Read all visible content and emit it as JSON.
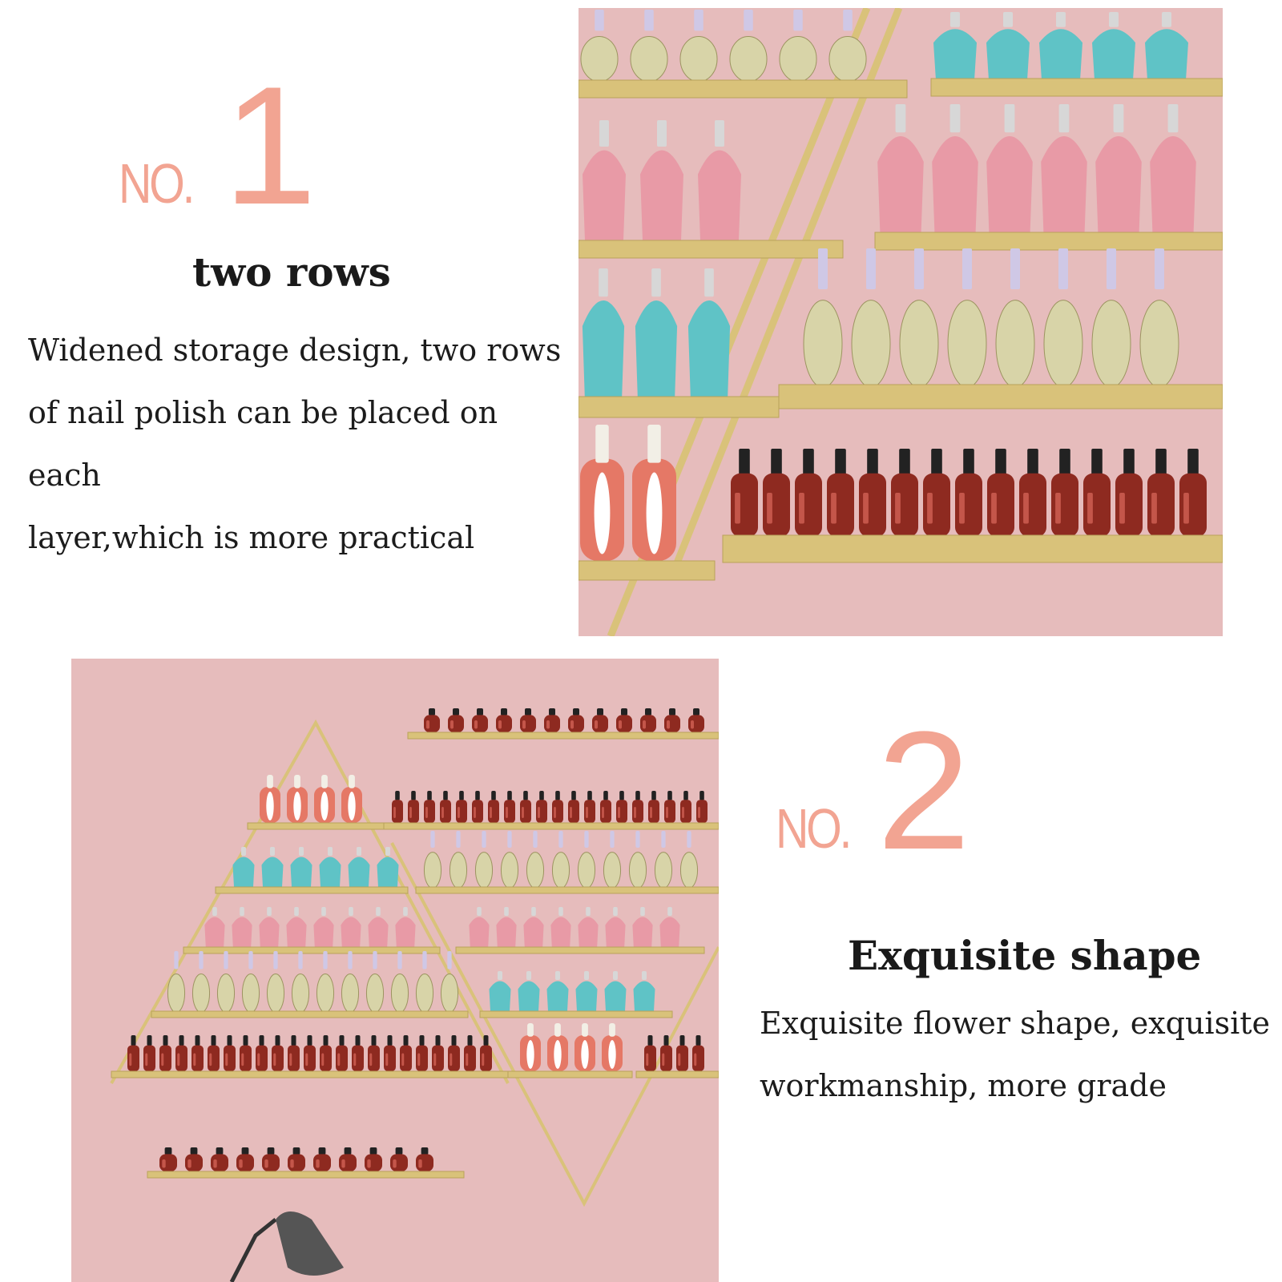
{
  "features": [
    {
      "number_prefix": "NO.",
      "number": "1",
      "heading": "two rows",
      "body": "Widened storage design, two rows\nof nail polish can be placed on each\nlayer,which is more practical"
    },
    {
      "number_prefix": "NO.",
      "number": "2",
      "heading": "Exquisite shape",
      "body": "Exquisite flower shape, exquisite\nworkmanship, more grade"
    }
  ],
  "colors": {
    "accent": "#f2a492",
    "wall": "#e6bcbc",
    "gold": "#d9c27a",
    "bottle_red": "#8e2a20",
    "bottle_pink": "#e89aa6",
    "bottle_teal": "#5fc3c6"
  }
}
